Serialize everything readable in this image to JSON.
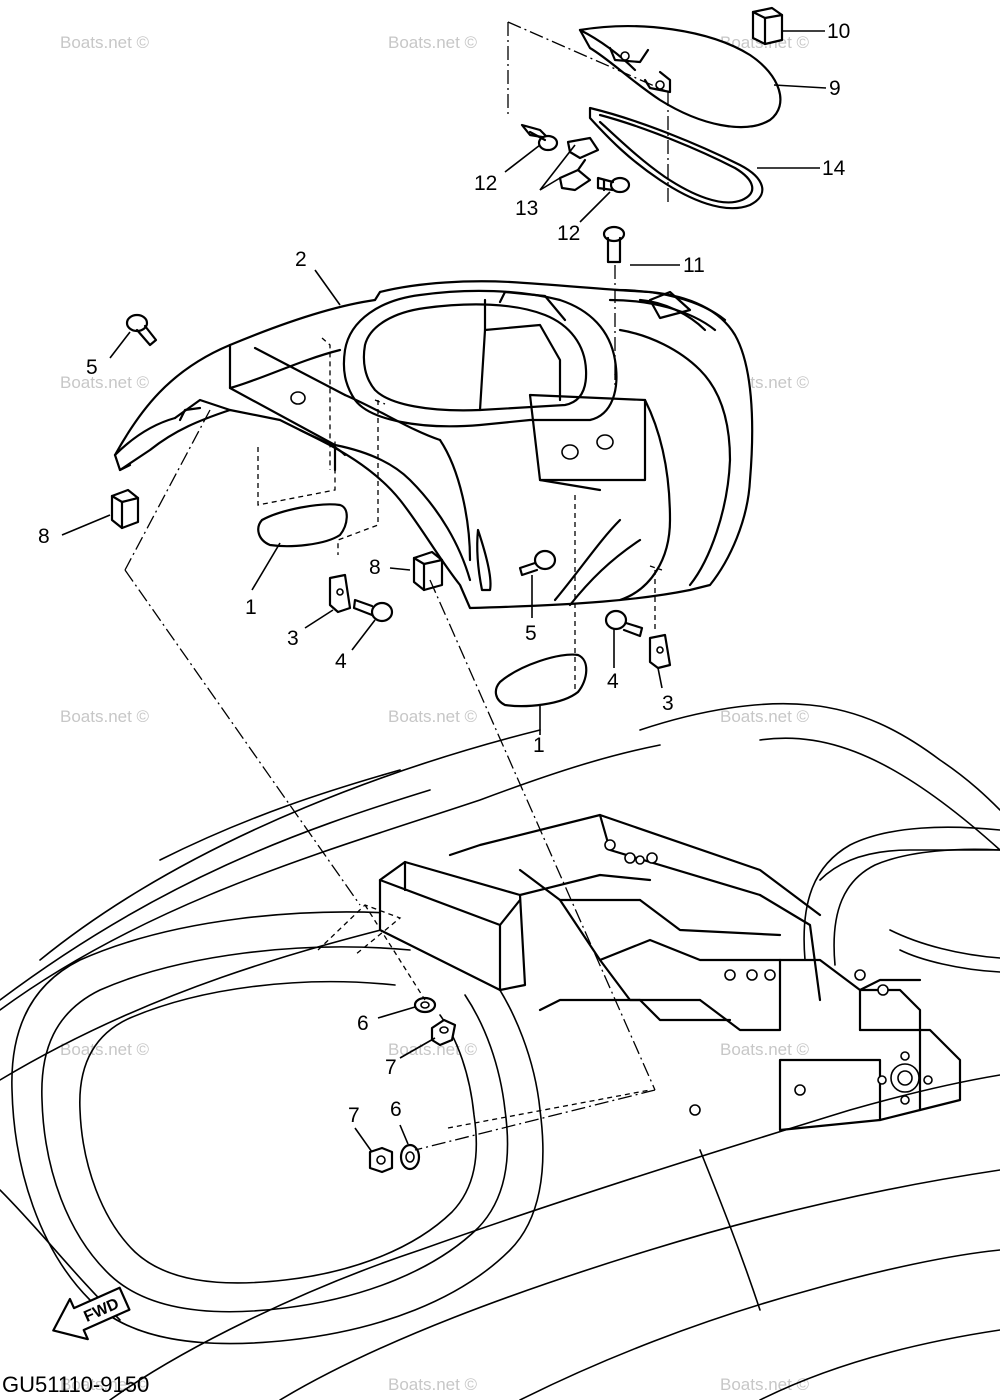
{
  "diagram": {
    "code": "GU51110-9150",
    "watermark": "Boats.net ©",
    "fwd_label": "FWD",
    "callouts": {
      "c1a": "1",
      "c1b": "1",
      "c2": "2",
      "c3a": "3",
      "c3b": "3",
      "c4a": "4",
      "c4b": "4",
      "c5a": "5",
      "c5b": "5",
      "c6a": "6",
      "c6b": "6",
      "c7a": "7",
      "c7b": "7",
      "c8a": "8",
      "c8b": "8",
      "c9": "9",
      "c10": "10",
      "c11": "11",
      "c12a": "12",
      "c12b": "12",
      "c13": "13",
      "c14": "14"
    }
  }
}
